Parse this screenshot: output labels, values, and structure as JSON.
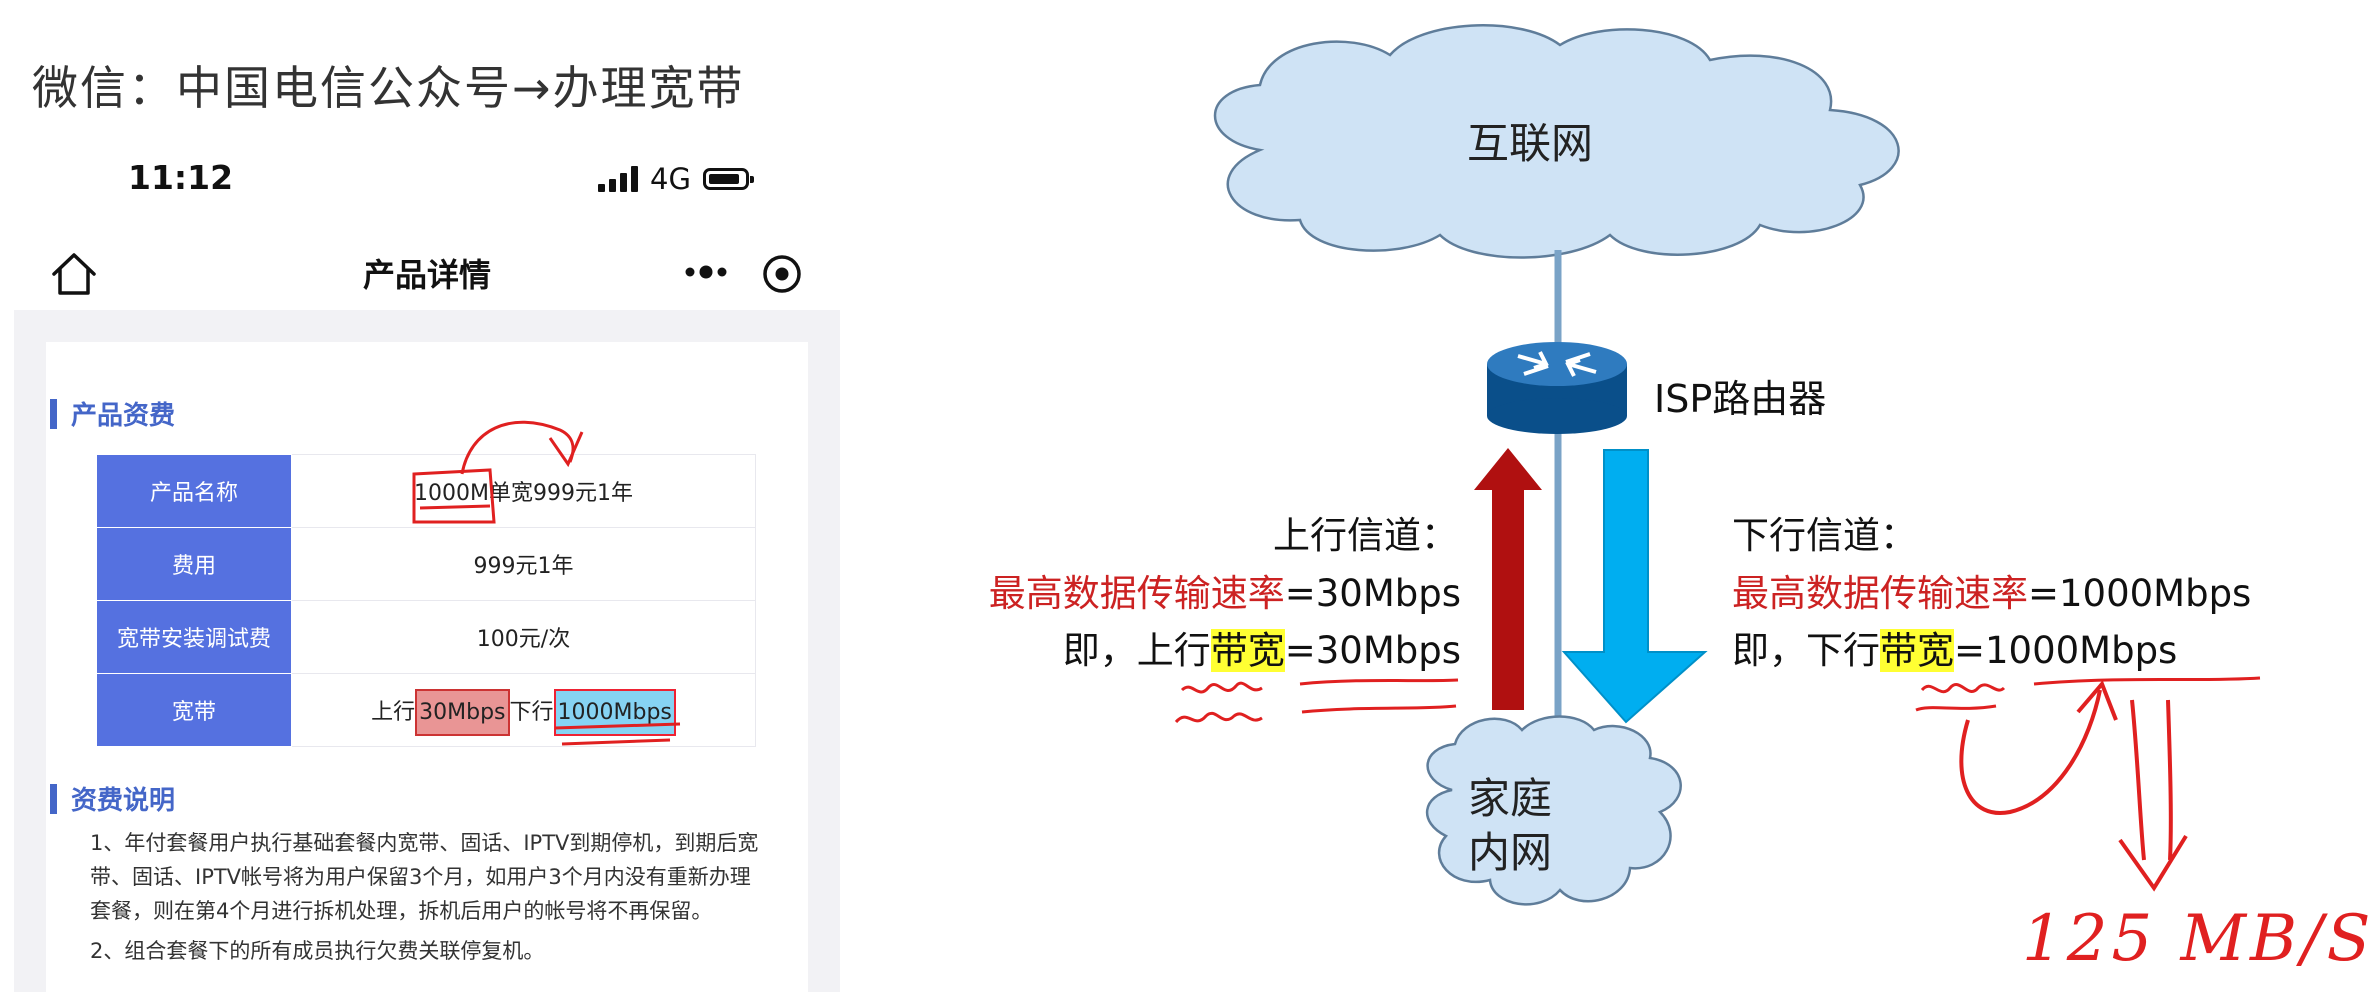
{
  "caption": "微信：中国电信公众号→办理宽带",
  "phone": {
    "status": {
      "time": "11:12",
      "network": "4G"
    },
    "nav": {
      "title": "产品详情"
    },
    "sections": {
      "fees_title": "产品资费",
      "notes_title": "资费说明"
    },
    "fee_table": {
      "rows": [
        {
          "key": "产品名称",
          "value": "1000M单宽999元1年"
        },
        {
          "key": "费用",
          "value": "999元1年"
        },
        {
          "key": "宽带安装调试费",
          "value": "100元/次"
        },
        {
          "key": "宽带",
          "up_prefix": "上行",
          "up": "30Mbps",
          "down_prefix": "下行",
          "down": "1000Mbps"
        }
      ]
    },
    "notes": [
      "1、年付套餐用户执行基础套餐内宽带、固话、IPTV到期停机，到期后宽带、固话、IPTV帐号将为用户保留3个月，如用户3个月内没有重新办理套餐，则在第4个月进行拆机处理，拆机后用户的帐号将不再保留。",
      "2、组合套餐下的所有成员执行欠费关联停复机。"
    ]
  },
  "diagram": {
    "internet": "互联网",
    "router": "ISP路由器",
    "home_network": [
      "家庭",
      "内网"
    ],
    "uplink": {
      "title": "上行信道：",
      "rate_label": "最高数据传输速率",
      "rate_value": "=30Mbps",
      "bw_prefix": "即，上行",
      "bw_word": "带宽",
      "bw_value": "=30Mbps"
    },
    "downlink": {
      "title": "下行信道：",
      "rate_label": "最高数据传输速率",
      "rate_value": "=1000Mbps",
      "bw_prefix": "即，下行",
      "bw_word": "带宽",
      "bw_value": "=1000Mbps"
    },
    "handwritten_result": "125 MB/S",
    "colors": {
      "uplink_arrow": "#b01010",
      "downlink_arrow": "#00aef0",
      "cloud_fill": "#cfe3f5",
      "highlight": "#ffff33",
      "handwriting": "#e02020"
    }
  }
}
